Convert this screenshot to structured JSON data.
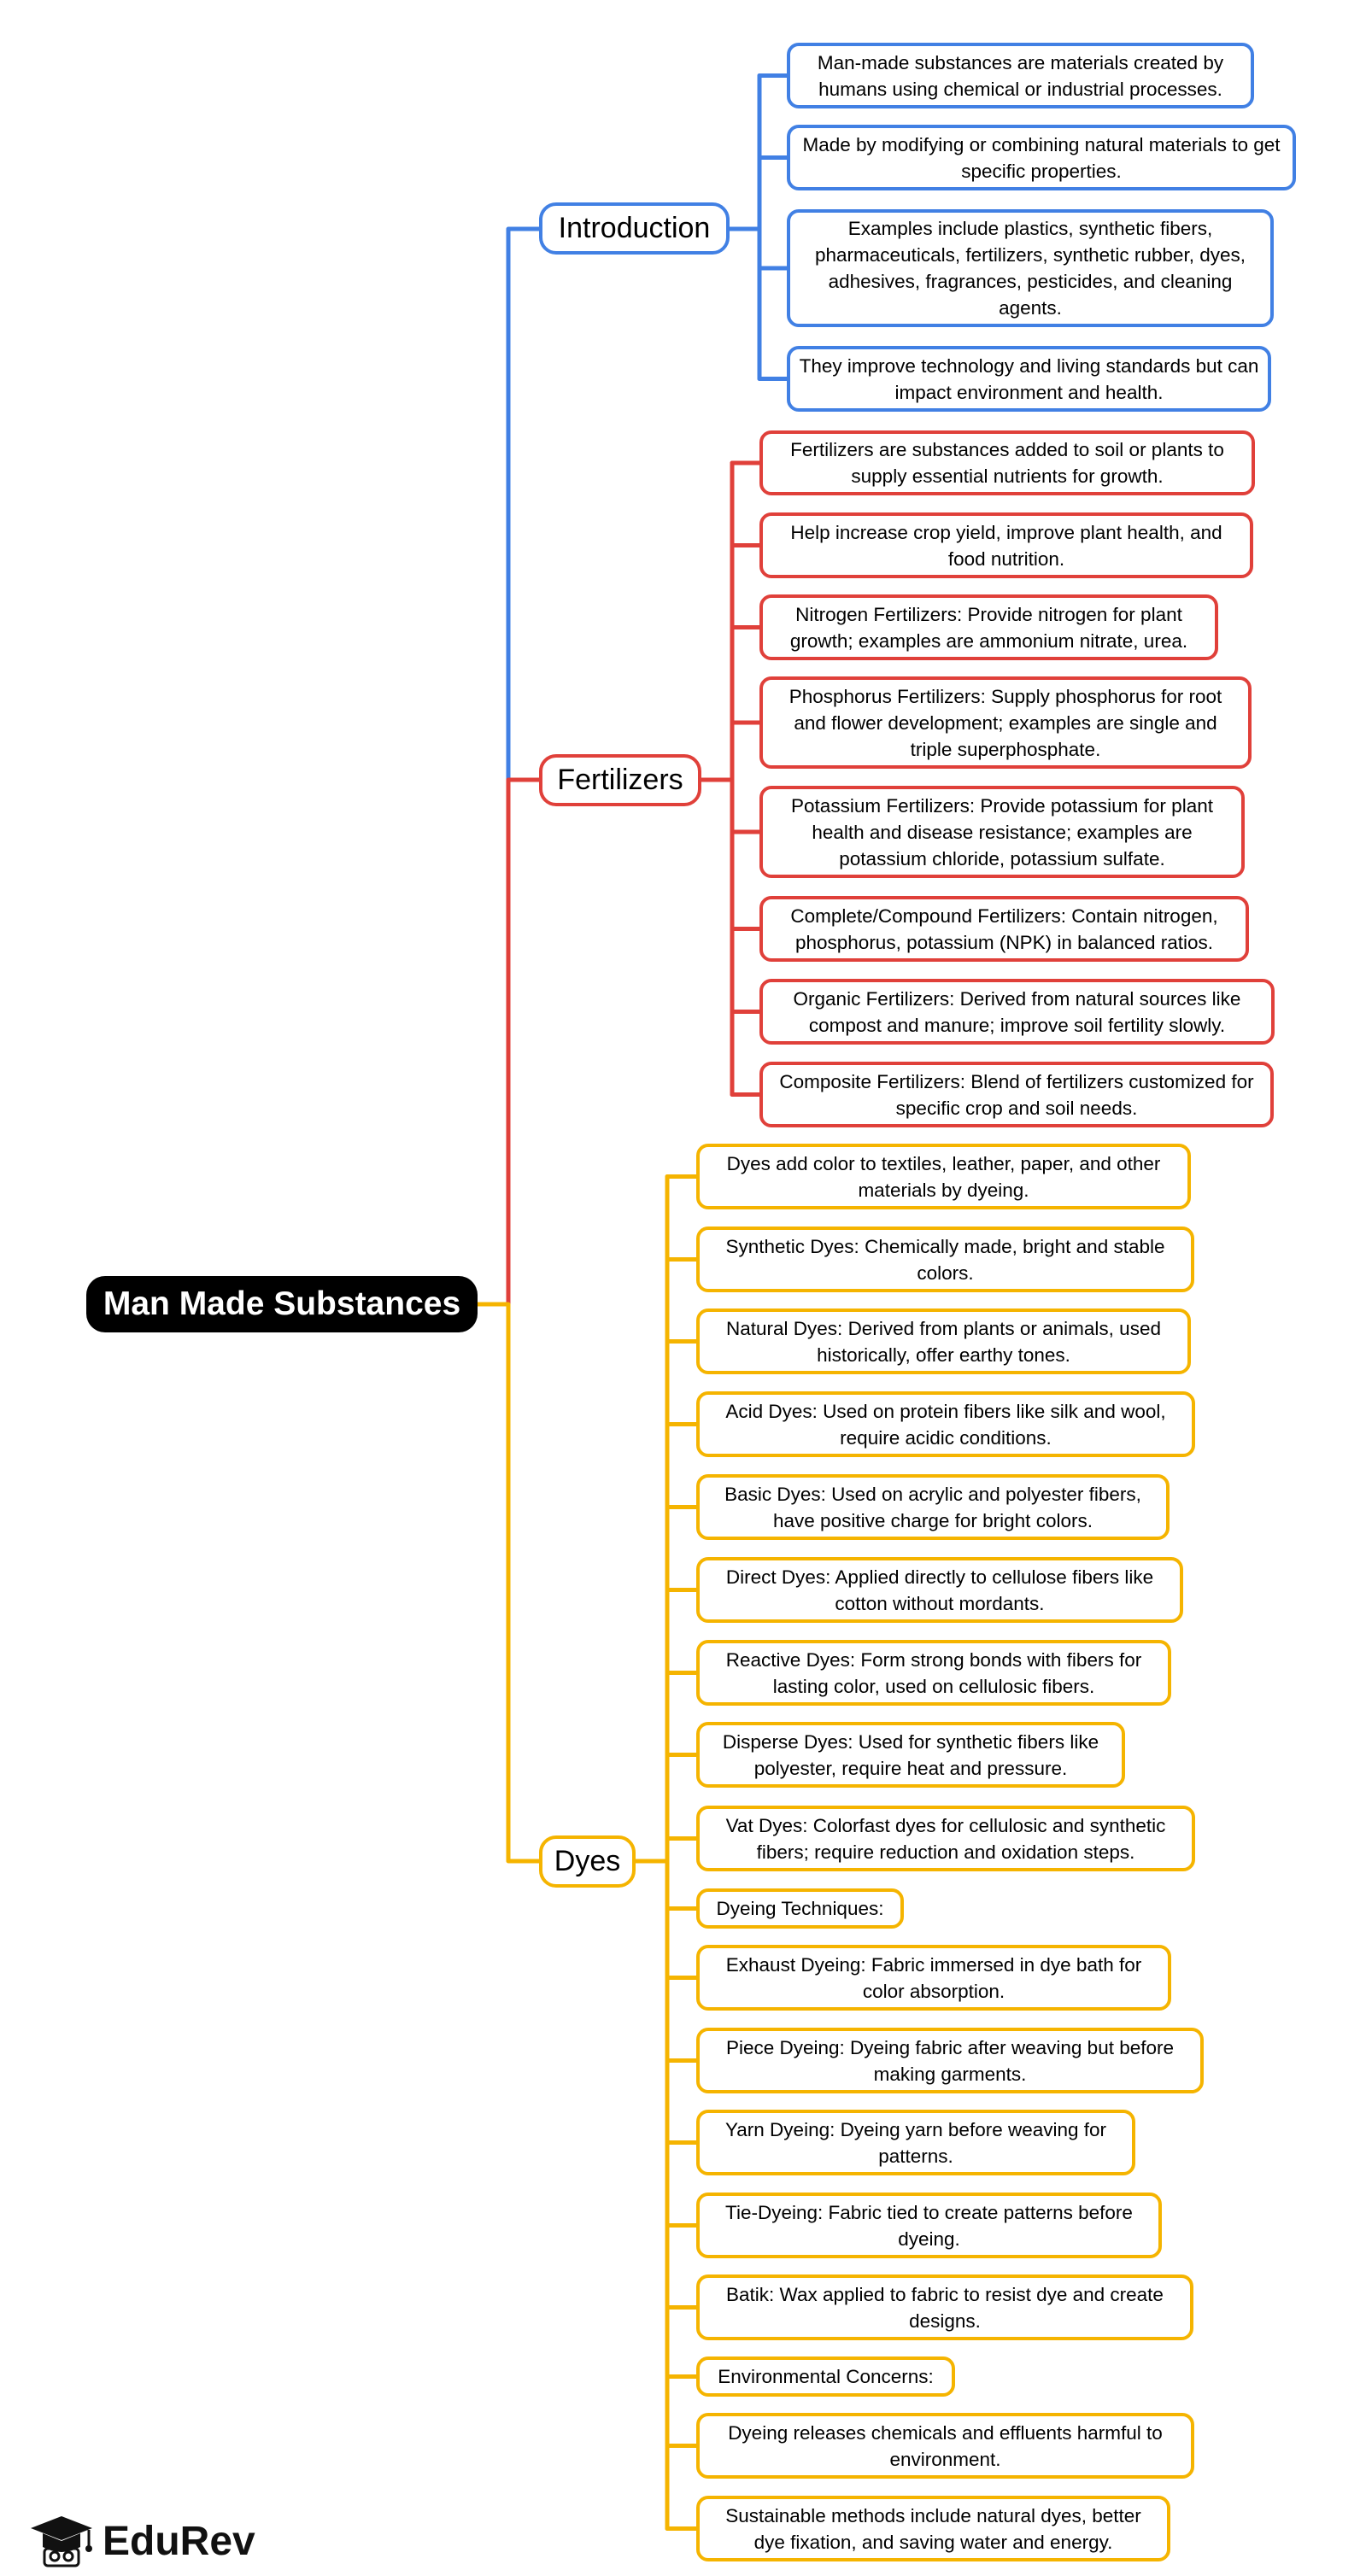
{
  "root": {
    "label": "Man Made Substances"
  },
  "colors": {
    "introduction": "#4180e4",
    "fertilizers": "#e0403a",
    "dyes": "#f5b400"
  },
  "branches": {
    "introduction": {
      "label": "Introduction",
      "items": [
        "Man-made substances are materials created by humans using chemical or industrial processes.",
        "Made by modifying or combining natural materials to get specific properties.",
        "Examples include plastics, synthetic fibers, pharmaceuticals, fertilizers, synthetic rubber, dyes, adhesives, fragrances, pesticides, and cleaning agents.",
        "They improve technology and living standards but can impact environment and health."
      ]
    },
    "fertilizers": {
      "label": "Fertilizers",
      "items": [
        "Fertilizers are substances added to soil or plants to supply essential nutrients for growth.",
        "Help increase crop yield, improve plant health, and food nutrition.",
        "Nitrogen Fertilizers: Provide nitrogen for plant growth; examples are ammonium nitrate, urea.",
        "Phosphorus Fertilizers: Supply phosphorus for root and flower development; examples are single and triple superphosphate.",
        "Potassium Fertilizers: Provide potassium for plant health and disease resistance; examples are potassium chloride, potassium sulfate.",
        "Complete/Compound Fertilizers: Contain nitrogen, phosphorus, potassium (NPK) in balanced ratios.",
        "Organic Fertilizers: Derived from natural sources like compost and manure; improve soil fertility slowly.",
        "Composite Fertilizers: Blend of fertilizers customized for specific crop and soil needs."
      ]
    },
    "dyes": {
      "label": "Dyes",
      "items": [
        "Dyes add color to textiles, leather, paper, and other materials by dyeing.",
        "Synthetic Dyes: Chemically made, bright and stable colors.",
        "Natural Dyes: Derived from plants or animals, used historically, offer earthy tones.",
        "Acid Dyes: Used on protein fibers like silk and wool, require acidic conditions.",
        "Basic Dyes: Used on acrylic and polyester fibers, have positive charge for bright colors.",
        "Direct Dyes: Applied directly to cellulose fibers like cotton without mordants.",
        "Reactive Dyes: Form strong bonds with fibers for lasting color, used on cellulosic fibers.",
        "Disperse Dyes: Used for synthetic fibers like polyester, require heat and pressure.",
        "Vat Dyes: Colorfast dyes for cellulosic and synthetic fibers; require reduction and oxidation steps.",
        "Dyeing Techniques:",
        "Exhaust Dyeing: Fabric immersed in dye bath for color absorption.",
        "Piece Dyeing: Dyeing fabric after weaving but before making garments.",
        "Yarn Dyeing: Dyeing yarn before weaving for patterns.",
        "Tie-Dyeing: Fabric tied to create patterns before dyeing.",
        "Batik: Wax applied to fabric to resist dye and create designs.",
        "Environmental Concerns:",
        "Dyeing releases chemicals and effluents harmful to environment.",
        "Sustainable methods include natural dyes, better dye fixation, and saving water and energy."
      ]
    }
  },
  "logo": {
    "text": "EduRev",
    "icon": "graduation-cap-icon"
  }
}
